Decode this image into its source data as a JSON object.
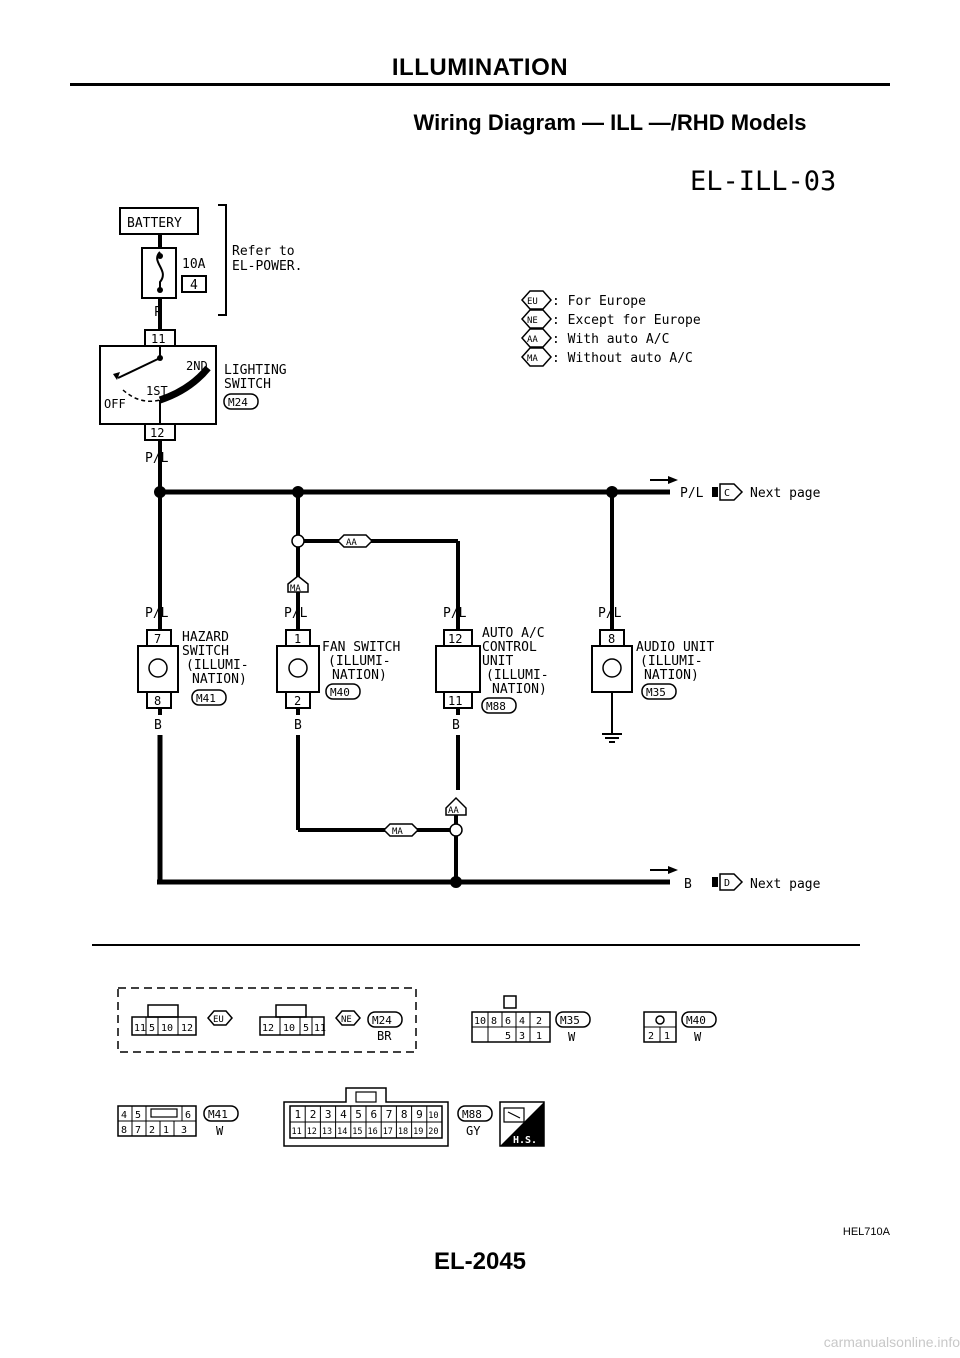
{
  "header": {
    "title": "ILLUMINATION",
    "subtitle": "Wiring Diagram — ILL —/RHD Models",
    "diagram_code": "EL-ILL-03"
  },
  "footer": {
    "page_number": "EL-2045",
    "figure_code": "HEL710A",
    "watermark": "carmanualsonline.info"
  },
  "power": {
    "battery": "BATTERY",
    "fuse_amp": "10A",
    "fuse_no": "4",
    "refer_line1": "Refer to",
    "refer_line2": "EL-POWER.",
    "wire_p": "P"
  },
  "legend": [
    {
      "code": "EU",
      "text": ": For Europe"
    },
    {
      "code": "NE",
      "text": ": Except for Europe"
    },
    {
      "code": "AA",
      "text": ": With auto A/C"
    },
    {
      "code": "MA",
      "text": ": Without auto A/C"
    }
  ],
  "lighting_switch": {
    "line1": "LIGHTING",
    "line2": "SWITCH",
    "connector": "M24",
    "pin_top": "11",
    "pin_bottom": "12",
    "pos_off": "OFF",
    "pos_1st": "1ST",
    "pos_2nd": "2ND",
    "wire_out": "P/L"
  },
  "next_pages": [
    {
      "wire": "P/L",
      "tag": "C",
      "text": "Next page"
    },
    {
      "wire": "B",
      "tag": "D",
      "text": "Next page"
    }
  ],
  "branch_tags": {
    "aa": "AA",
    "ma": "MA"
  },
  "components": {
    "hazard": {
      "line1": "HAZARD",
      "line2": "SWITCH",
      "line3": "(ILLUMI-",
      "line4": "NATION)",
      "connector": "M41",
      "pin_top": "7",
      "pin_bottom": "8",
      "wire_in": "P/L",
      "wire_out": "B"
    },
    "fan": {
      "line1": "FAN SWITCH",
      "line2": "(ILLUMI-",
      "line3": "NATION)",
      "connector": "M40",
      "pin_top": "1",
      "pin_bottom": "2",
      "wire_in": "P/L",
      "wire_out": "B"
    },
    "auto_ac": {
      "line1": "AUTO A/C",
      "line2": "CONTROL",
      "line3": "UNIT",
      "line4": "(ILLUMI-",
      "line5": "NATION)",
      "connector": "M88",
      "pin_top": "12",
      "pin_bottom": "11",
      "wire_in": "P/L",
      "wire_out": "B"
    },
    "audio": {
      "line1": "AUDIO UNIT",
      "line2": "(ILLUMI-",
      "line3": "NATION)",
      "connector": "M35",
      "pin_top": "8",
      "wire_in": "P/L"
    }
  },
  "connectors": {
    "m24_eu": {
      "pins": [
        "11",
        "5",
        "10",
        "12"
      ],
      "tag": "EU"
    },
    "m24_ne": {
      "pins": [
        "12",
        "10",
        "5",
        "11"
      ],
      "tag": "NE"
    },
    "m24": {
      "id": "M24",
      "color": "BR"
    },
    "m35": {
      "id": "M35",
      "color": "W",
      "row1": [
        "10",
        "8",
        "6",
        "4",
        "2"
      ],
      "row2": [
        "",
        "5",
        "3",
        "1"
      ]
    },
    "m40": {
      "id": "M40",
      "color": "W",
      "row2": [
        "2",
        "1"
      ]
    },
    "m41": {
      "id": "M41",
      "color": "W",
      "row1": [
        "4",
        "5",
        "",
        "6"
      ],
      "row2": [
        "8",
        "7",
        "2",
        "1",
        "3"
      ]
    },
    "m88": {
      "id": "M88",
      "color": "GY",
      "row1": [
        "1",
        "2",
        "3",
        "4",
        "5",
        "6",
        "7",
        "8",
        "9",
        "10"
      ],
      "row2": [
        "11",
        "12",
        "13",
        "14",
        "15",
        "16",
        "17",
        "18",
        "19",
        "20"
      ]
    },
    "hs": "H.S."
  }
}
